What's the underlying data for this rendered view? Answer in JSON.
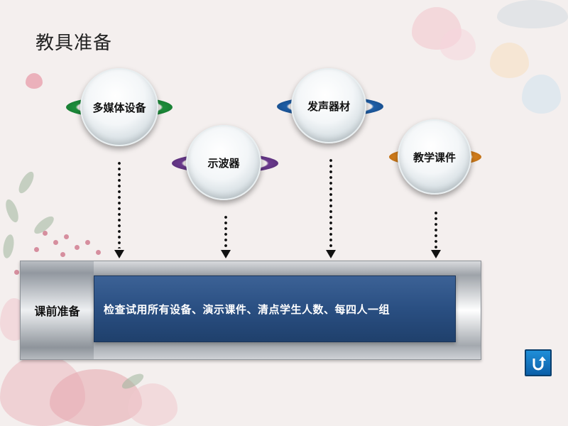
{
  "slide": {
    "title": "教具准备"
  },
  "badges": [
    {
      "id": "multimedia",
      "label": "多媒体设备",
      "ring_color": "#1e8f3c"
    },
    {
      "id": "oscilloscope",
      "label": "示波器",
      "ring_color": "#6b3a8e"
    },
    {
      "id": "sound",
      "label": "发声器材",
      "ring_color": "#1f5fa8"
    },
    {
      "id": "courseware",
      "label": "教学课件",
      "ring_color": "#d9821e"
    }
  ],
  "prep": {
    "label": "课前准备",
    "text": "检查试用所有设备、演示课件、清点学生人数、每四人一组"
  },
  "nav": {
    "return_icon": "return-arrow-icon"
  }
}
